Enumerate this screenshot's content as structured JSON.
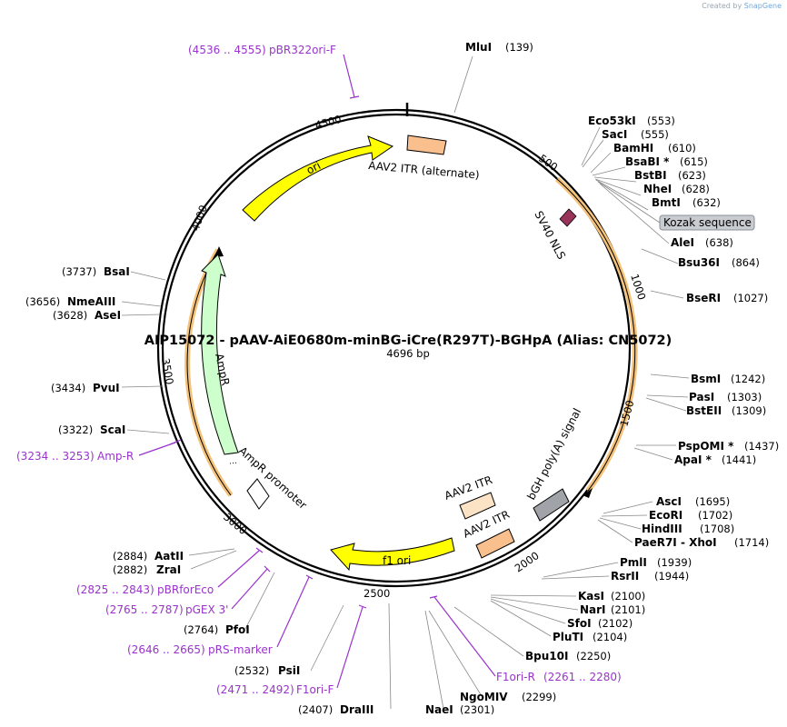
{
  "credit": {
    "created_by": "Created by",
    "brand": "SnapGene"
  },
  "title": "AIP15072 - pAAV-AiE0680m-minBG-iCre(R297T)-BGHpA (Alias: CN5072)",
  "length": "4696 bp",
  "sites": [
    {
      "name": "MluI",
      "pos": "(139)"
    },
    {
      "name": "Eco53kI",
      "pos": "(553)"
    },
    {
      "name": "SacI",
      "pos": "(555)"
    },
    {
      "name": "BamHI",
      "pos": "(610)"
    },
    {
      "name": "BsaBI *",
      "pos": "(615)"
    },
    {
      "name": "BstBI",
      "pos": "(623)"
    },
    {
      "name": "NheI",
      "pos": "(628)"
    },
    {
      "name": "BmtI",
      "pos": "(632)"
    },
    {
      "name": "AleI",
      "pos": "(638)"
    },
    {
      "name": "Bsu36I",
      "pos": "(864)"
    },
    {
      "name": "BseRI",
      "pos": "(1027)"
    },
    {
      "name": "BsmI",
      "pos": "(1242)"
    },
    {
      "name": "PasI",
      "pos": "(1303)"
    },
    {
      "name": "BstEII",
      "pos": "(1309)"
    },
    {
      "name": "PspOMI *",
      "pos": "(1437)"
    },
    {
      "name": "ApaI *",
      "pos": "(1441)"
    },
    {
      "name": "AscI",
      "pos": "(1695)"
    },
    {
      "name": "EcoRI",
      "pos": "(1702)"
    },
    {
      "name": "HindIII",
      "pos": "(1708)"
    },
    {
      "name": "PaeR7I - XhoI",
      "pos": "(1714)"
    },
    {
      "name": "PmlI",
      "pos": "(1939)"
    },
    {
      "name": "RsrII",
      "pos": "(1944)"
    },
    {
      "name": "KasI",
      "pos": "(2100)"
    },
    {
      "name": "NarI",
      "pos": "(2101)"
    },
    {
      "name": "SfoI",
      "pos": "(2102)"
    },
    {
      "name": "PluTI",
      "pos": "(2104)"
    },
    {
      "name": "Bpu10I",
      "pos": "(2250)"
    },
    {
      "name": "NgoMIV",
      "pos": "(2299)"
    },
    {
      "name": "NaeI",
      "pos": "(2301)"
    },
    {
      "name": "DraIII",
      "pos": "(2407)"
    },
    {
      "name": "PsiI",
      "pos": "(2532)"
    },
    {
      "name": "PfoI",
      "pos": "(2764)"
    },
    {
      "name": "ZraI",
      "pos": "(2882)"
    },
    {
      "name": "AatII",
      "pos": "(2884)"
    },
    {
      "name": "ScaI",
      "pos": "(3322)"
    },
    {
      "name": "PvuI",
      "pos": "(3434)"
    },
    {
      "name": "AseI",
      "pos": "(3628)"
    },
    {
      "name": "NmeAIII",
      "pos": "(3656)"
    },
    {
      "name": "BsaI",
      "pos": "(3737)"
    }
  ],
  "primers": [
    {
      "name": "pBR322ori-F",
      "range": "(4536 .. 4555)"
    },
    {
      "name": "Amp-R",
      "range": "(3234 .. 3253)"
    },
    {
      "name": "pBRforEco",
      "range": "(2825 .. 2843)"
    },
    {
      "name": "pGEX 3'",
      "range": "(2765 .. 2787)"
    },
    {
      "name": "pRS-marker",
      "range": "(2646 .. 2665)"
    },
    {
      "name": "F1ori-F",
      "range": "(2471 .. 2492)"
    },
    {
      "name": "F1ori-R",
      "range": "(2261 .. 2280)"
    }
  ],
  "features": {
    "aav2_itr_alt": "AAV2 ITR (alternate)",
    "ori": "ori",
    "sv40_nls": "SV40 NLS",
    "kozak": "Kozak sequence",
    "ampr": "AmpR",
    "ampr_promoter": "AmpR promoter",
    "f1_ori": "f1 ori",
    "aav2_itr_1": "AAV2 ITR",
    "aav2_itr_2": "AAV2 ITR",
    "bgh": "bGH poly(A) signal"
  },
  "ticks": [
    "500",
    "1000",
    "1500",
    "2000",
    "2500",
    "3000",
    "3500",
    "4000",
    "4500"
  ],
  "colors": {
    "primer": "#9933cc",
    "itr": "#f9c08e",
    "ori": "#ffff00",
    "ampr": "#ccffcc",
    "bgh": "#999999",
    "cds": "#f5a623",
    "nls": "#99335a"
  }
}
